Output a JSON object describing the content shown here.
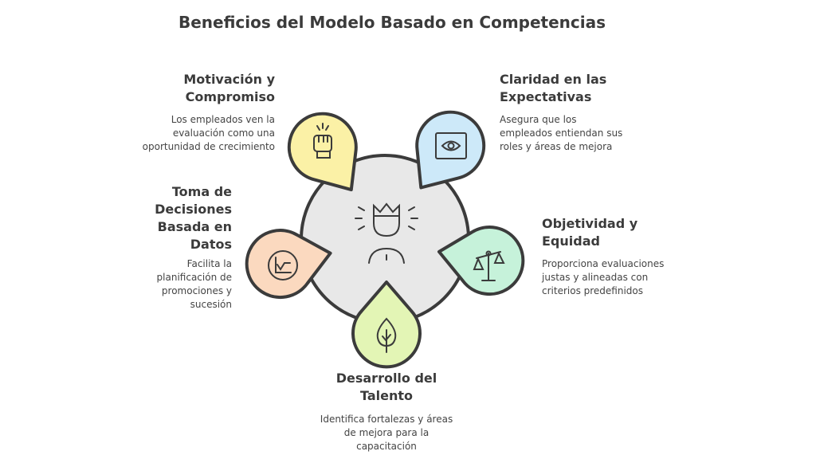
{
  "title": "Beneficios del Modelo Basado en Competencias",
  "items": [
    {
      "heading": "Motivación y Compromiso",
      "description": "Los empleados ven la evaluación como una oportunidad de crecimiento",
      "icon": "fist-icon",
      "color": "#fbf1a6"
    },
    {
      "heading": "Claridad en las Expectativas",
      "description": "Asegura que los empleados entiendan sus roles y áreas de mejora",
      "icon": "eye-icon",
      "color": "#cde9f9"
    },
    {
      "heading": "Objetividad y Equidad",
      "description": "Proporciona evaluaciones justas y alineadas con criterios predefinidos",
      "icon": "scale-icon",
      "color": "#c6f2da"
    },
    {
      "heading": "Desarrollo del Talento",
      "description": "Identifica fortalezas y áreas de mejora para la capacitación",
      "icon": "tree-icon",
      "color": "#e3f5b5"
    },
    {
      "heading": "Toma de Decisiones Basada en Datos",
      "description": "Facilita la planificación de promociones y sucesión",
      "icon": "chart-icon",
      "color": "#fbd9bf"
    }
  ],
  "center": {
    "icon": "king-icon",
    "color": "#e8e8e8"
  }
}
